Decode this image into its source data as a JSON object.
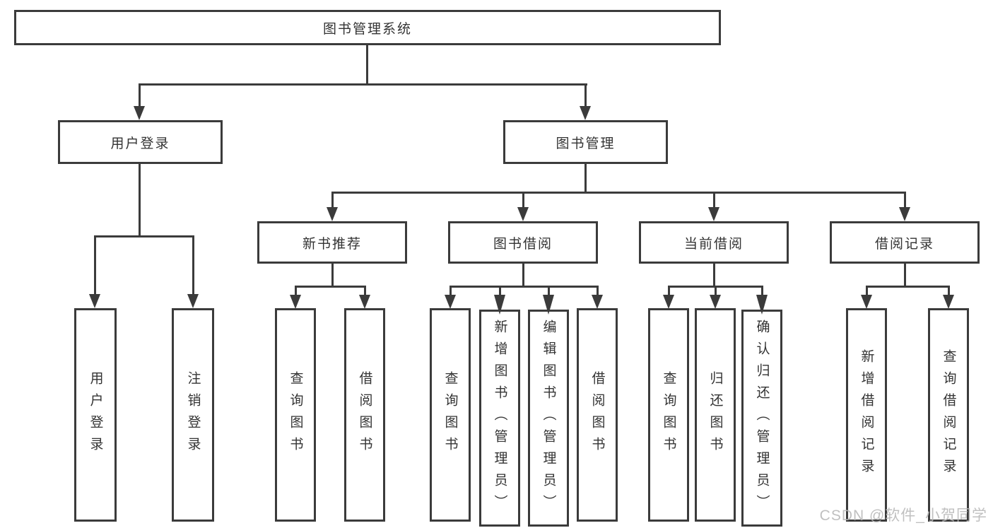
{
  "tree": {
    "root": {
      "label": "图书管理系统"
    },
    "children": [
      {
        "label": "用户登录",
        "children": [
          {
            "label": "用户登录"
          },
          {
            "label": "注销登录"
          }
        ]
      },
      {
        "label": "图书管理",
        "children": [
          {
            "label": "新书推荐",
            "children": [
              {
                "label": "查询图书"
              },
              {
                "label": "借阅图书"
              }
            ]
          },
          {
            "label": "图书借阅",
            "children": [
              {
                "label": "查询图书"
              },
              {
                "label": "新增图书（管理员）"
              },
              {
                "label": "编辑图书（管理员）"
              },
              {
                "label": "借阅图书"
              }
            ]
          },
          {
            "label": "当前借阅",
            "children": [
              {
                "label": "查询图书"
              },
              {
                "label": "归还图书"
              },
              {
                "label": "确认归还（管理员）"
              }
            ]
          },
          {
            "label": "借阅记录",
            "children": [
              {
                "label": "新增借阅记录"
              },
              {
                "label": "查询借阅记录"
              }
            ]
          }
        ]
      }
    ]
  },
  "watermark": "CSDN @软件_小贺同学",
  "colors": {
    "line": "#3b3b3b",
    "text": "#333333",
    "watermark": "#b9b9b9",
    "background": "#ffffff"
  }
}
